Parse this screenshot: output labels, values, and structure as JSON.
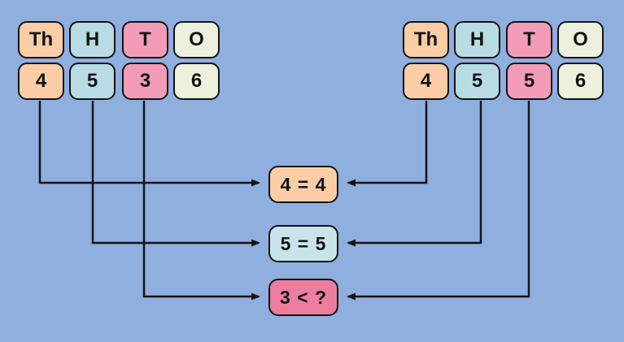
{
  "colors": {
    "background": "#8FAFDF",
    "peach": "#FACDA6",
    "blue": "#B9DBE3",
    "pink": "#F39CB6",
    "cream": "#ECF0DD",
    "result_peach": "#FACDA6",
    "result_blue": "#C8E4EA",
    "result_pink": "#EC7D9E",
    "line": "#131313"
  },
  "left_group": {
    "headers": [
      {
        "label": "Th"
      },
      {
        "label": "H"
      },
      {
        "label": "T"
      },
      {
        "label": "O"
      }
    ],
    "digits": [
      {
        "label": "4"
      },
      {
        "label": "5"
      },
      {
        "label": "3"
      },
      {
        "label": "6"
      }
    ]
  },
  "right_group": {
    "headers": [
      {
        "label": "Th"
      },
      {
        "label": "H"
      },
      {
        "label": "T"
      },
      {
        "label": "O"
      }
    ],
    "digits": [
      {
        "label": "4"
      },
      {
        "label": "5"
      },
      {
        "label": "5"
      },
      {
        "label": "6"
      }
    ]
  },
  "comparisons": [
    {
      "label": "4 = 4"
    },
    {
      "label": "5 = 5"
    },
    {
      "label": "3 < ?"
    }
  ]
}
